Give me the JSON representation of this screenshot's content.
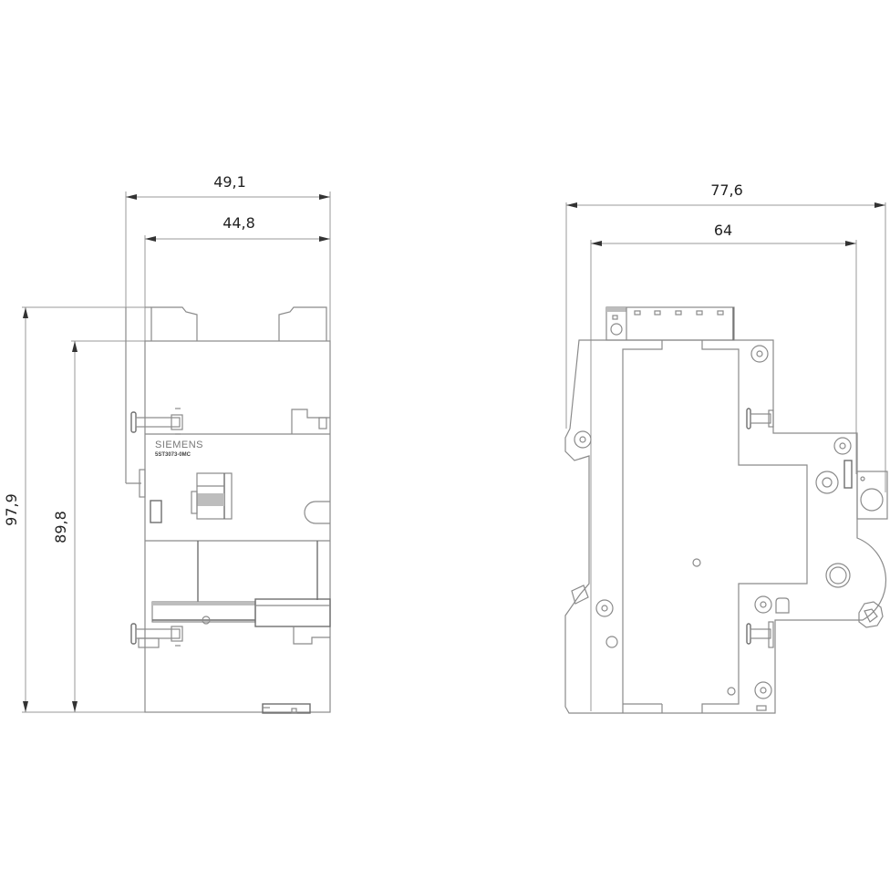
{
  "drawing": {
    "type": "technical-dimension-drawing",
    "units": "mm",
    "front_view": {
      "brand_label": "SIEMENS",
      "part_number": "5ST3073-0MC",
      "dimensions": {
        "overall_width": "49,1",
        "body_width": "44,8",
        "overall_height": "97,9",
        "body_height": "89,8"
      }
    },
    "side_view": {
      "dimensions": {
        "overall_depth": "77,6",
        "body_depth": "64"
      }
    },
    "colors": {
      "line": "#8a8a8a",
      "dimension_line": "#9a9a9a",
      "text": "#222222",
      "background": "#ffffff"
    }
  }
}
